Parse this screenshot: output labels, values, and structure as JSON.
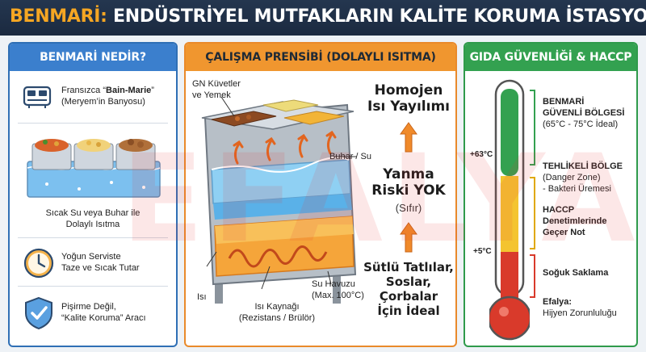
{
  "header": {
    "brand": "BENMARİ:",
    "title": " ENDÜSTRİYEL MUTFAKLARIN KALİTE KORUMA İSTASYONU"
  },
  "watermark": "EFALYA",
  "left_panel": {
    "title": "BENMARİ NEDİR?",
    "item1": {
      "prefix": "Fransızca “",
      "bold": "Bain-Marie",
      "suffix": "”",
      "line2": "(Meryem’in Banyosu)"
    },
    "item2": {
      "line1": "Sıcak Su veya Buhar ile",
      "line2": "Dolaylı Isıtma"
    },
    "item3": {
      "line1": "Yoğun Serviste",
      "line2": "Taze ve Sıcak Tutar"
    },
    "item4": {
      "line1": "Pişirme Değil,",
      "line2": "“Kalite Koruma” Aracı"
    }
  },
  "mid_panel": {
    "title": "ÇALIŞMA PRENSİBİ (DOLAYLI ISITMA)",
    "labels": {
      "gn1": "GN Küvetler",
      "gn2": "ve Yemek",
      "steam": "Buhar / Su",
      "isi": "Isı",
      "source1": "Isı Kaynağı",
      "source2": "(Rezistans / Brülör)",
      "pool1": "Su Havuzu",
      "pool2": "(Max. 100°C)"
    },
    "right": {
      "h1": "Homojen",
      "h2": "Isı Yayılımı",
      "r1": "Yanma",
      "r2": "Riski YOK",
      "r3": "(Sıfır)",
      "s1": "Sütlü Tatlılar,",
      "s2": "Soslar,",
      "s3": "Çorbalar",
      "s4": "İçin İdeal"
    }
  },
  "right_panel": {
    "title": "GIDA GÜVENLİĞİ & HACCP",
    "tick_63": "+63°C",
    "tick_5": "+5°C",
    "safe": {
      "l1": "BENMARİ",
      "l2": "GÜVENLİ BÖLGESİ",
      "l3": "(65°C - 75°C İdeal)"
    },
    "danger": {
      "l1": "TEHLİKELİ BÖLGE",
      "l2": "(Danger Zone)",
      "l3": "- Bakteri Üremesi"
    },
    "haccp": {
      "l1": "HACCP",
      "l2": "Denetimlerinde",
      "l3": "Geçer Not"
    },
    "cold": "Soğuk Saklama",
    "footer": {
      "l1": "Efalya:",
      "l2": "Hijyen Zorunluluğu"
    }
  },
  "colors": {
    "header_bg": "#1b2a40",
    "brand": "#f5a623",
    "blue": "#3b7fcd",
    "orange": "#f0962f",
    "green": "#33a150",
    "thermo_green": "#33a150",
    "thermo_yellow": "#f4c430",
    "thermo_red": "#d93a2b"
  }
}
